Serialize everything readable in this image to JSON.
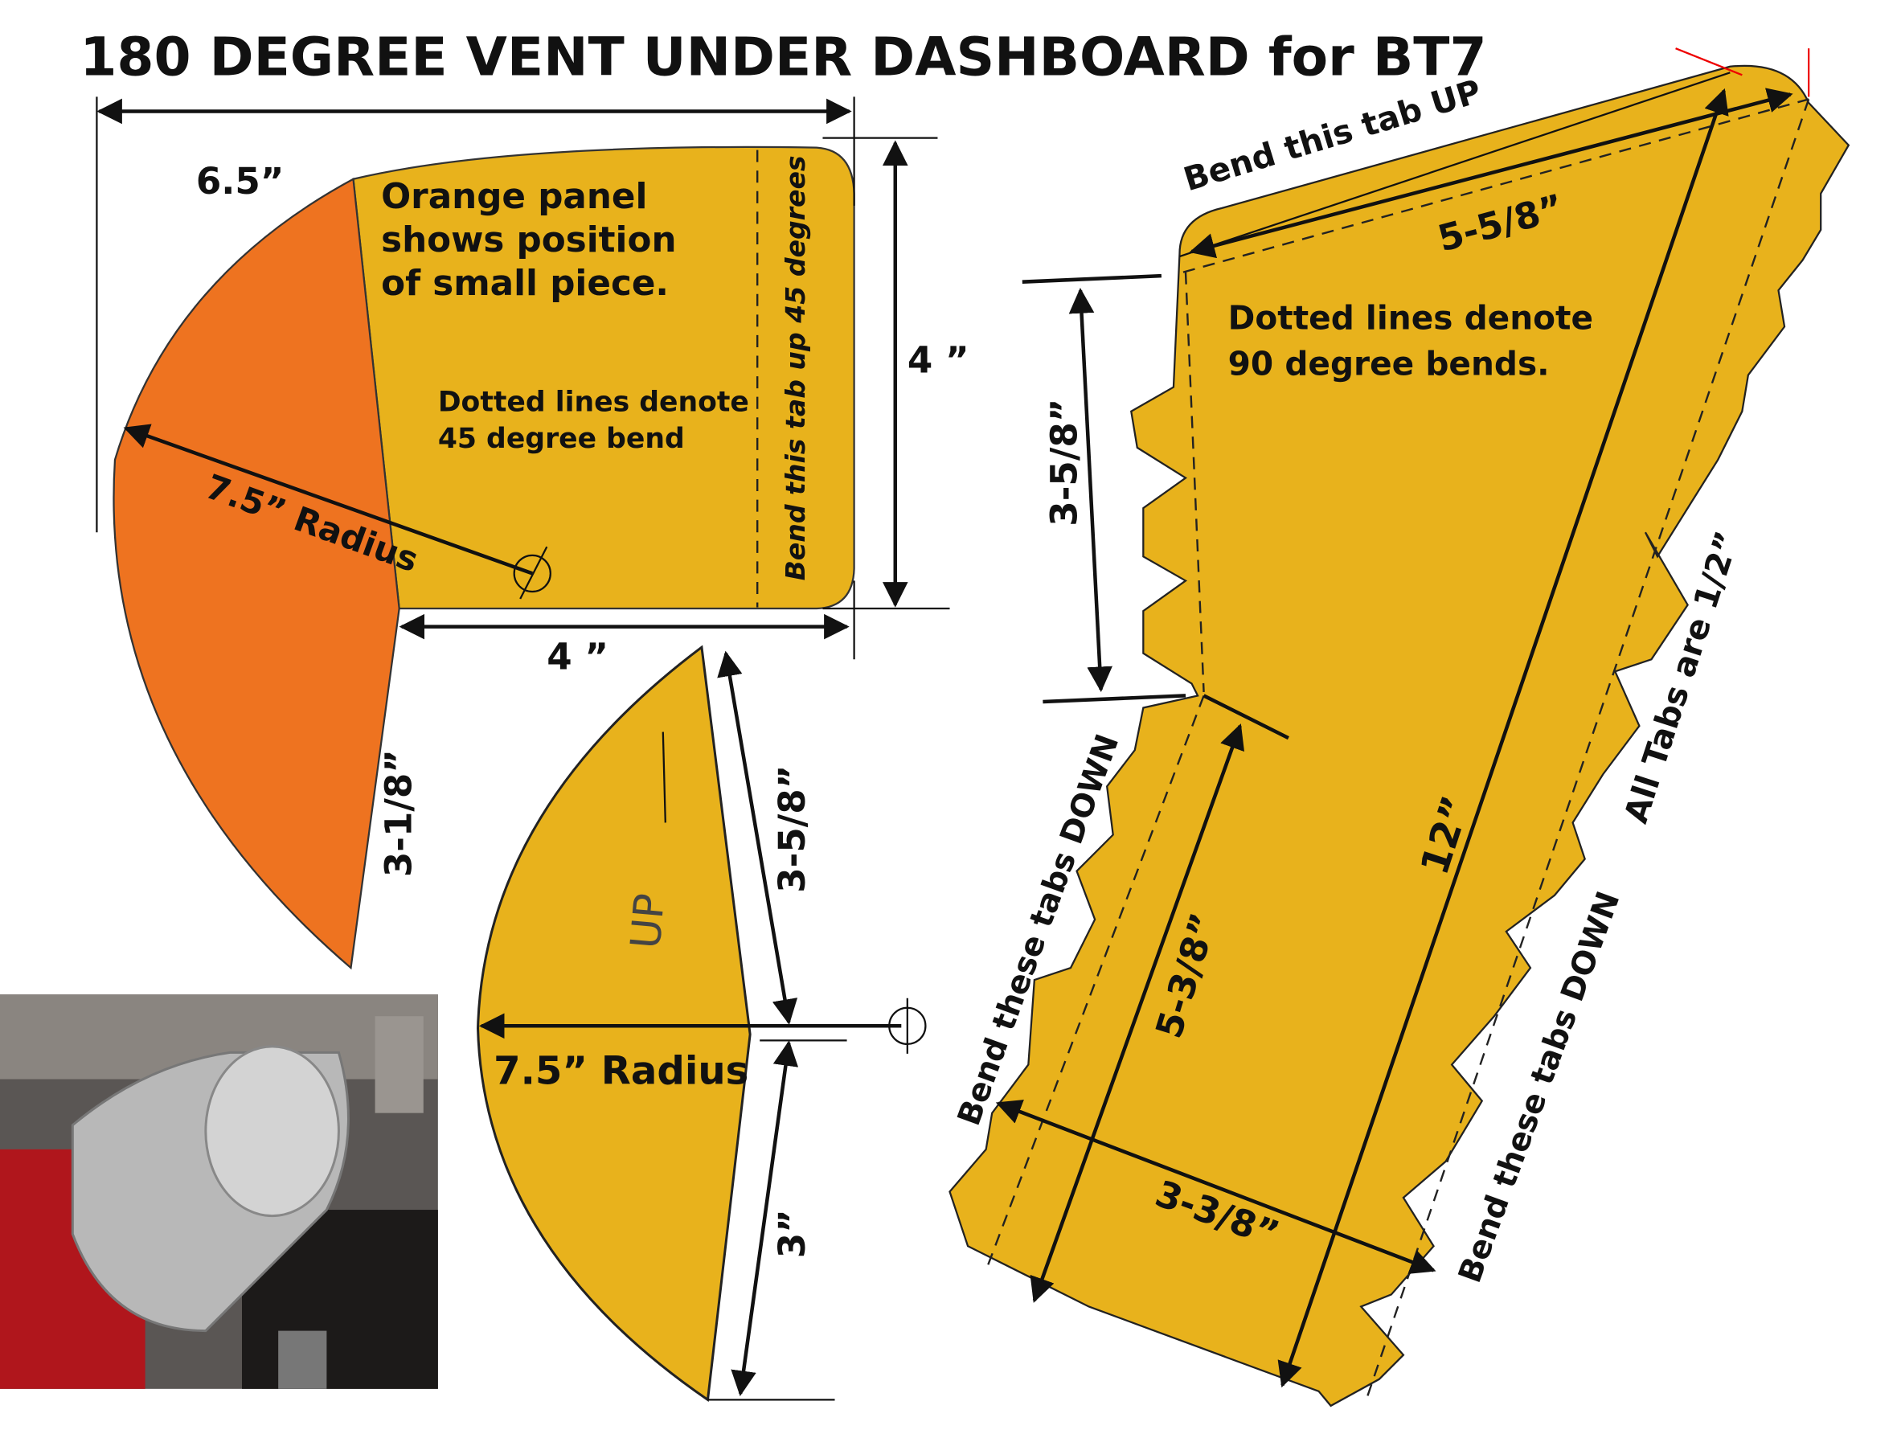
{
  "title": "180 DEGREE VENT UNDER DASHBOARD  for  BT7",
  "colors": {
    "yellow": "#e8b21c",
    "orange": "#ee7320",
    "dark": "#111111"
  },
  "left_panel": {
    "width_dim": "6.5”",
    "height_dim": "4 ”",
    "bottom_dim": "4 ”",
    "side_dim": "3-1/8”",
    "note_lines": [
      "Orange panel",
      "shows position",
      "of small piece."
    ],
    "bend_note_lines": [
      "Dotted lines denote",
      "45 degree bend"
    ],
    "tab_note": "Bend this tab up  45 degrees",
    "radius_label": "7.5” Radius"
  },
  "middle_piece": {
    "top_dim": "3-5/8”",
    "bottom_dim": "3”",
    "radius_label": "7.5” Radius",
    "handwritten": "UP"
  },
  "right_piece": {
    "tab_up_note": "Bend this tab UP",
    "top_dim": "5-5/8”",
    "bend_note_lines": [
      "Dotted lines denote",
      "90 degree bends."
    ],
    "left_dim": "3-5/8”",
    "length_dim": "12”",
    "inner_dim": "5-3/8”",
    "bottom_dim": "3-3/8”",
    "tabs_note": "All Tabs are 1/2”",
    "left_tabs_note": "Bend these tabs DOWN",
    "right_tabs_note": "Bend these tabs DOWN"
  }
}
